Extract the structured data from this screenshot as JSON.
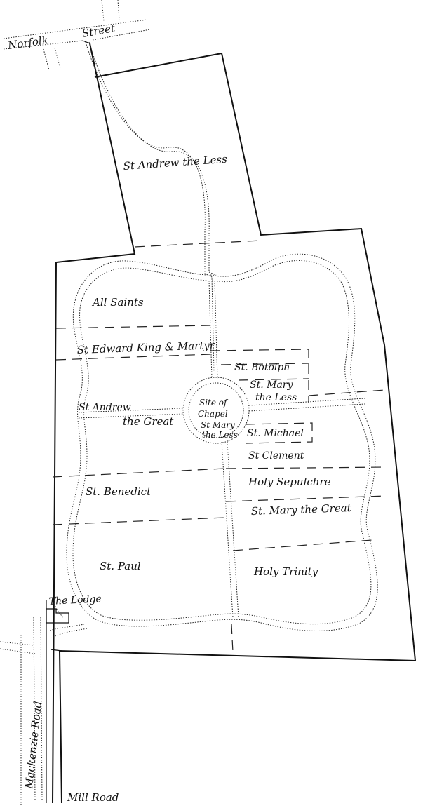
{
  "roads": {
    "norfolk_street_1": "Norfolk",
    "norfolk_street_2": "Street",
    "mackenzie_road": "Mackenzie Road",
    "mill_road": "Mill Road"
  },
  "buildings": {
    "lodge": "The Lodge"
  },
  "parishes": {
    "st_andrew_the_less": "St Andrew the Less",
    "all_saints": "All Saints",
    "st_edward": "St Edward King & Martyr",
    "st_botolph": "St. Botolph",
    "st_mary_the_less_1": "St. Mary",
    "st_mary_the_less_2": "the Less",
    "st_andrew_the_great_1": "St Andrew",
    "st_andrew_the_great_2": "the Great",
    "chapel_1": "Site of",
    "chapel_2": "Chapel",
    "chapel_3": "St Mary",
    "chapel_4": "the Less",
    "st_michael": "St. Michael",
    "st_clement": "St Clement",
    "holy_sepulchre": "Holy Sepulchre",
    "st_benedict": "St. Benedict",
    "st_mary_the_great": "St. Mary the Great",
    "st_paul": "St. Paul",
    "holy_trinity": "Holy Trinity"
  }
}
